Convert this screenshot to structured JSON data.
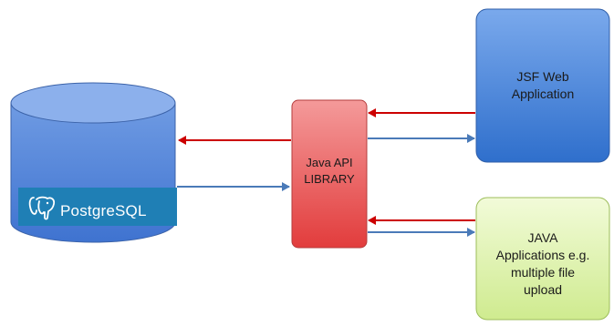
{
  "nodes": {
    "database": {
      "logo_text": "PostgreSQL"
    },
    "java_api": {
      "label_line1": "Java API",
      "label_line2": "LIBRARY"
    },
    "jsf_app": {
      "label_line1": "JSF Web",
      "label_line2": "Application"
    },
    "java_apps": {
      "label_line1": "JAVA",
      "label_line2": "Applications e.g.",
      "label_line3": "multiple file",
      "label_line4": "upload"
    }
  },
  "edges": [
    {
      "from": "java_api",
      "to": "database",
      "color": "#cc0000"
    },
    {
      "from": "database",
      "to": "java_api",
      "color": "#4a7ab8"
    },
    {
      "from": "jsf_app",
      "to": "java_api",
      "color": "#cc0000"
    },
    {
      "from": "java_api",
      "to": "jsf_app",
      "color": "#4a7ab8"
    },
    {
      "from": "java_apps",
      "to": "java_api",
      "color": "#cc0000"
    },
    {
      "from": "java_api",
      "to": "java_apps",
      "color": "#4a7ab8"
    }
  ],
  "colors": {
    "database_fill": "#6f9be3",
    "database_top": "#8cb0ec",
    "postgres_band": "#1f7fb5",
    "java_api_fill": "#ee5a5a",
    "jsf_fill": "#3d7fd6",
    "java_apps_fill": "#e2f4b4",
    "request_arrow": "#cc0000",
    "response_arrow": "#4a7ab8"
  }
}
